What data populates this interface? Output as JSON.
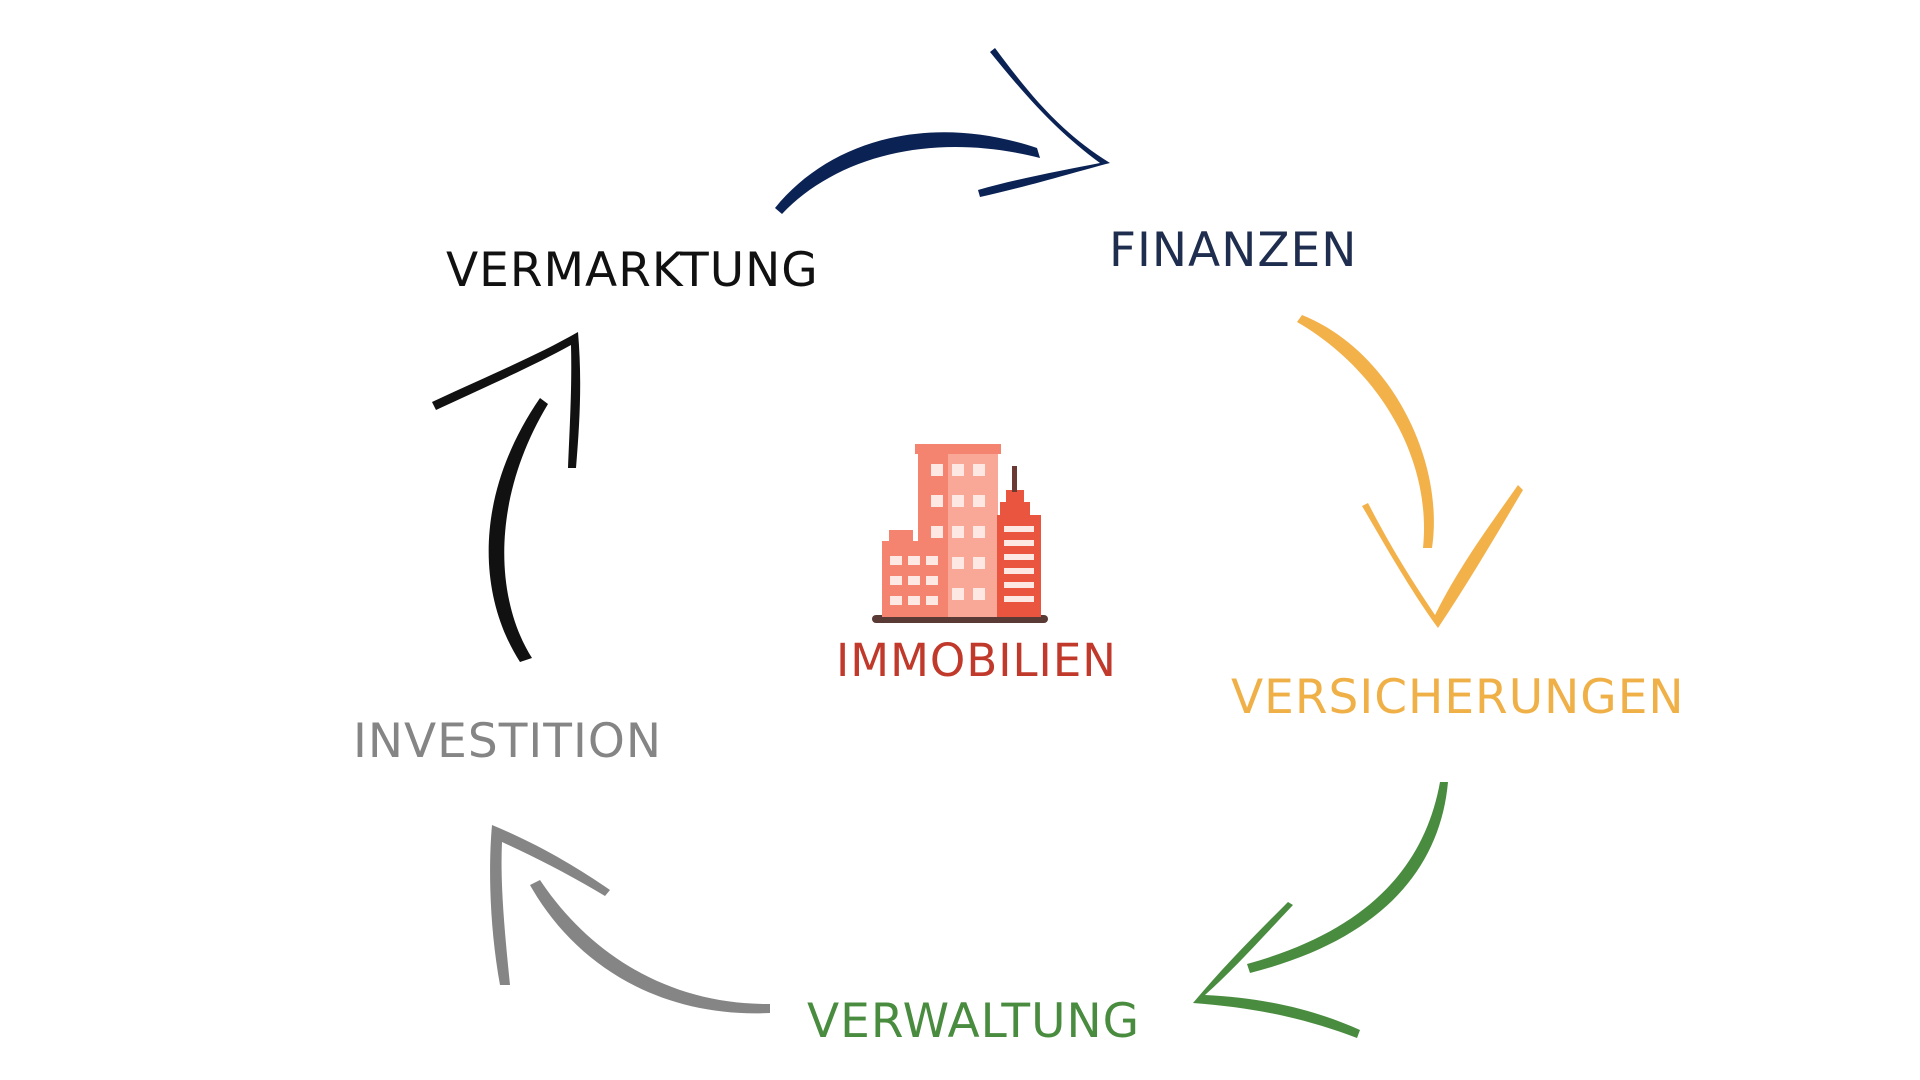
{
  "diagram": {
    "center": {
      "label": "IMMOBILIEN",
      "icon": "building-icon",
      "color": "#c0392b"
    },
    "stages": [
      {
        "id": "vermarktung",
        "label": "VERMARKTUNG",
        "color": "#111111"
      },
      {
        "id": "finanzen",
        "label": "FINANZEN",
        "color": "#1f2d4f"
      },
      {
        "id": "versicherungen",
        "label": "VERSICHERUNGEN",
        "color": "#f0b048"
      },
      {
        "id": "verwaltung",
        "label": "VERWALTUNG",
        "color": "#4a8c3f"
      },
      {
        "id": "investition",
        "label": "INVESTITION",
        "color": "#858585"
      }
    ],
    "arrows": [
      {
        "from": "vermarktung",
        "to": "finanzen",
        "color": "#0b2254"
      },
      {
        "from": "finanzen",
        "to": "versicherungen",
        "color": "#f3b14a"
      },
      {
        "from": "versicherungen",
        "to": "verwaltung",
        "color": "#4a8c3f"
      },
      {
        "from": "verwaltung",
        "to": "investition",
        "color": "#858585"
      },
      {
        "from": "investition",
        "to": "vermarktung",
        "color": "#111111"
      }
    ],
    "building_colors": {
      "main": "#f4836f",
      "light": "#f9a796",
      "dark": "#e9553e",
      "window": "#fde8e3",
      "base": "#5a3a35",
      "antenna": "#6b3b33"
    }
  }
}
